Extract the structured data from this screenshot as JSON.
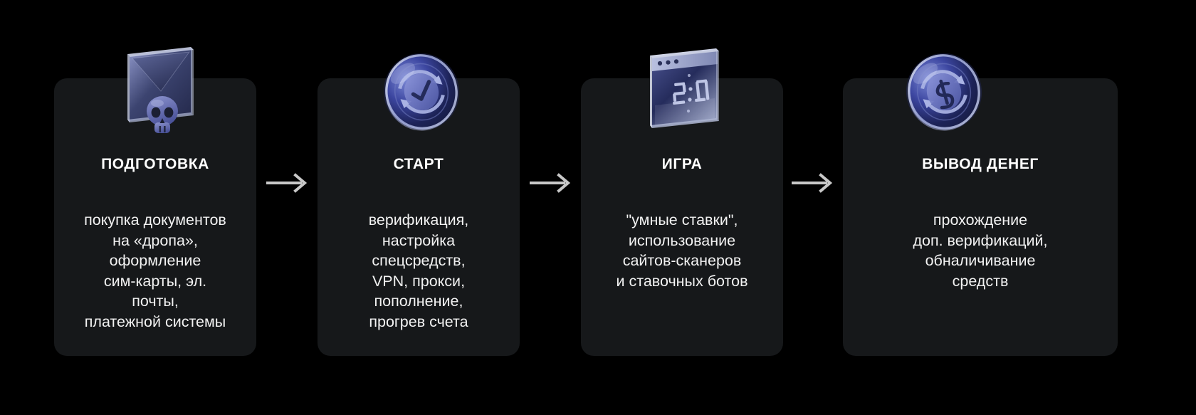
{
  "page": {
    "background_color": "#000000",
    "card_color": "#16181a",
    "text_color": "#ffffff",
    "arrow_color": "#c8c8c8",
    "icon_accent_color": "#6d77c4"
  },
  "steps": [
    {
      "title": "ПОДГОТОВКА",
      "body": "покупка документов\nна «дропа»,\nоформление\nсим-карты, эл.\nпочты,\nплатежной системы",
      "icon_name": "envelope-skull-icon"
    },
    {
      "title": "СТАРТ",
      "body": "верификация,\nнастройка\nспецсредств,\nVPN, прокси,\nпополнение,\nпрогрев счета",
      "icon_name": "refresh-check-coin-icon"
    },
    {
      "title": "ИГРА",
      "body": "\"умные ставки\",\nиспользование\nсайтов-сканеров\nи ставочных ботов",
      "icon_name": "browser-scoreboard-icon",
      "icon_text": "2:0"
    },
    {
      "title": "ВЫВОД ДЕНЕГ",
      "body": "прохождение\nдоп. верификаций,\nобналичивание\nсредств",
      "icon_name": "dollar-exchange-coin-icon",
      "icon_text": "$"
    }
  ],
  "arrows": [
    {
      "name": "arrow-step1-to-step2"
    },
    {
      "name": "arrow-step2-to-step3"
    },
    {
      "name": "arrow-step3-to-step4"
    }
  ]
}
